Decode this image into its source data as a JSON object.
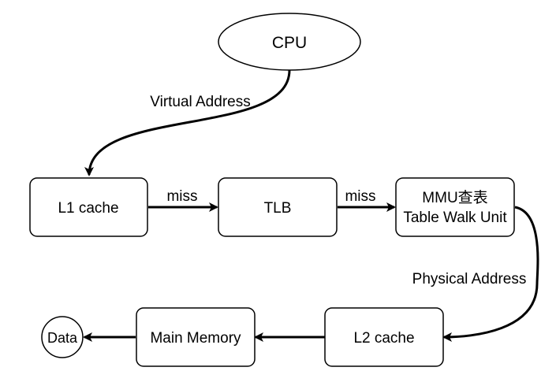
{
  "nodes": {
    "cpu": "CPU",
    "l1_cache": "L1 cache",
    "tlb": "TLB",
    "mmu_line1": "MMU查表",
    "mmu_line2": "Table Walk Unit",
    "l2_cache": "L2 cache",
    "main_memory": "Main Memory",
    "data": "Data"
  },
  "edges": {
    "virtual_address": "Virtual Address",
    "miss_l1_tlb": "miss",
    "miss_tlb_mmu": "miss",
    "physical_address": "Physical Address"
  }
}
